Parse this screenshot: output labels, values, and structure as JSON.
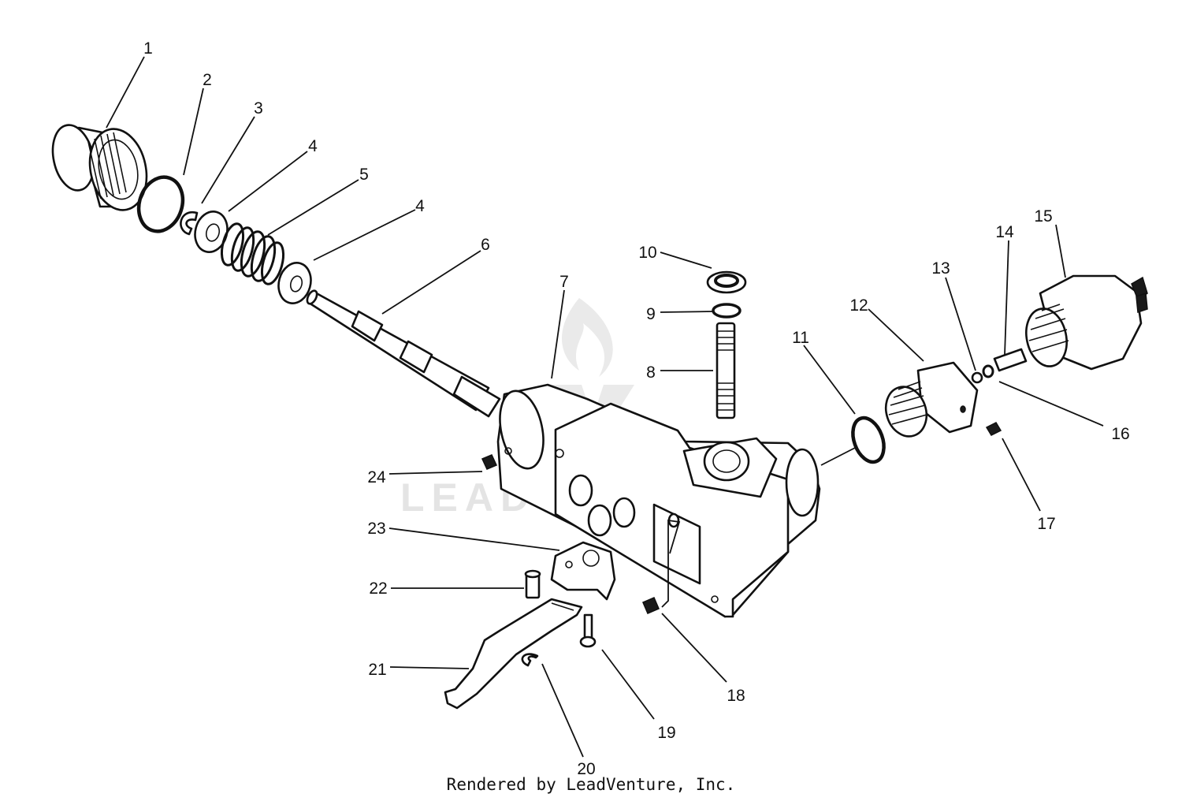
{
  "diagram": {
    "callouts": [
      "1",
      "2",
      "3",
      "4",
      "5",
      "4",
      "6",
      "7",
      "8",
      "9",
      "10",
      "11",
      "12",
      "13",
      "14",
      "15",
      "16",
      "17",
      "18",
      "19",
      "20",
      "21",
      "22",
      "23",
      "24"
    ],
    "watermark_text": "LEADVENTURE",
    "credit": "Rendered by LeadVenture, Inc."
  }
}
